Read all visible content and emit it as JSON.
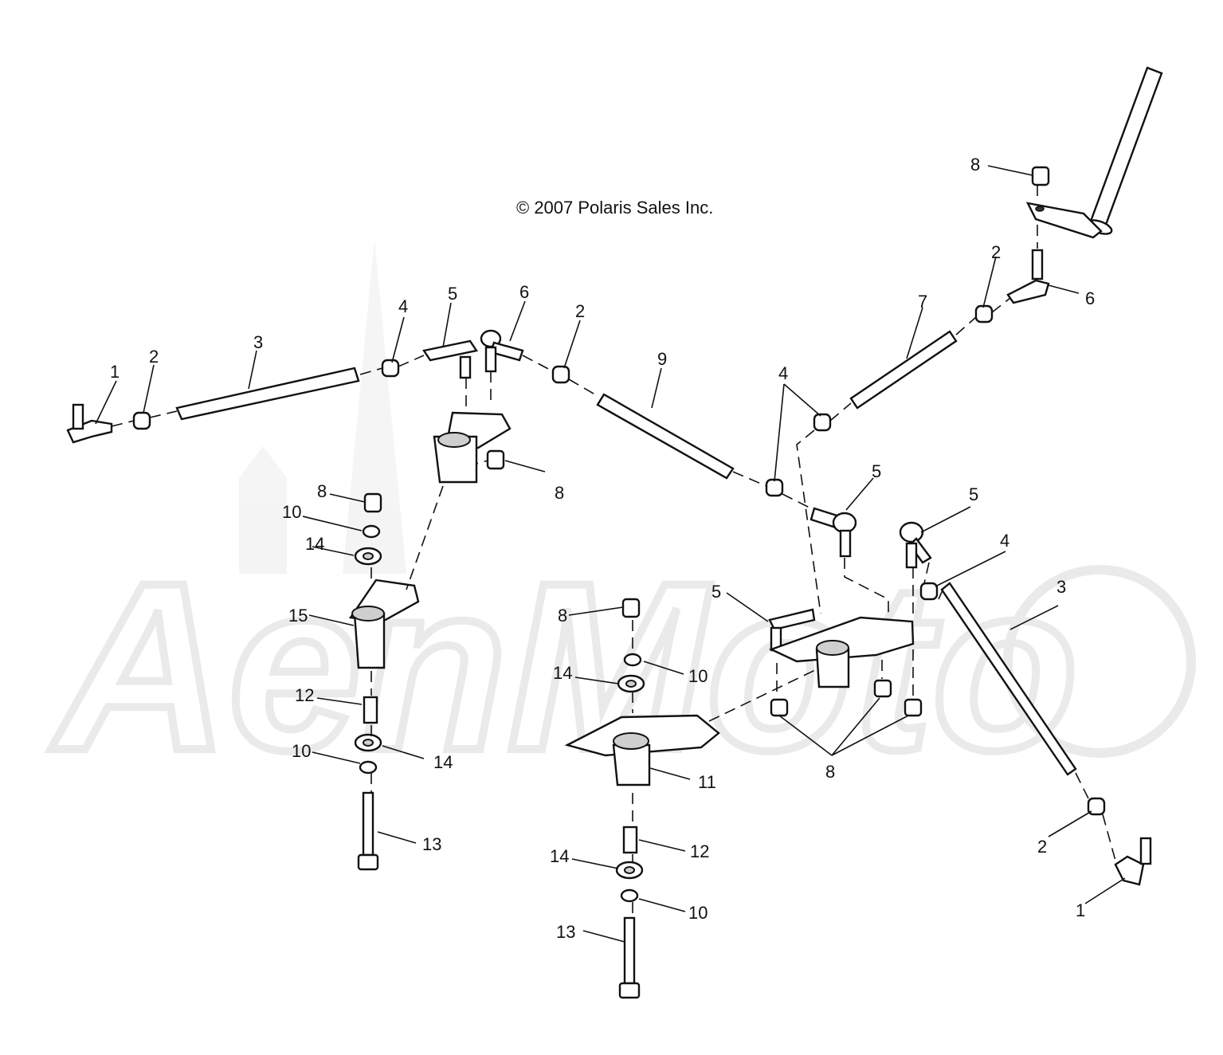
{
  "diagram": {
    "copyright": "© 2007 Polaris Sales Inc.",
    "watermark": "AenMoto",
    "callouts": [
      {
        "id": "c1a",
        "label": "1"
      },
      {
        "id": "c2a",
        "label": "2"
      },
      {
        "id": "c3a",
        "label": "3"
      },
      {
        "id": "c4a",
        "label": "4"
      },
      {
        "id": "c5a",
        "label": "5"
      },
      {
        "id": "c6a",
        "label": "6"
      },
      {
        "id": "c2b",
        "label": "2"
      },
      {
        "id": "c9",
        "label": "9"
      },
      {
        "id": "c4b",
        "label": "4"
      },
      {
        "id": "c7",
        "label": "7"
      },
      {
        "id": "c2c",
        "label": "2"
      },
      {
        "id": "c6b",
        "label": "6"
      },
      {
        "id": "c8a",
        "label": "8"
      },
      {
        "id": "c8b",
        "label": "8"
      },
      {
        "id": "c8c",
        "label": "8"
      },
      {
        "id": "c10a",
        "label": "10"
      },
      {
        "id": "c14a",
        "label": "14"
      },
      {
        "id": "c5b",
        "label": "5"
      },
      {
        "id": "c5c",
        "label": "5"
      },
      {
        "id": "c4c",
        "label": "4"
      },
      {
        "id": "c5d",
        "label": "5"
      },
      {
        "id": "c3b",
        "label": "3"
      },
      {
        "id": "c8d",
        "label": "8"
      },
      {
        "id": "c15",
        "label": "15"
      },
      {
        "id": "c14b",
        "label": "14"
      },
      {
        "id": "c10b",
        "label": "10"
      },
      {
        "id": "c12a",
        "label": "12"
      },
      {
        "id": "c10c",
        "label": "10"
      },
      {
        "id": "c14c",
        "label": "14"
      },
      {
        "id": "c11",
        "label": "11"
      },
      {
        "id": "c8e",
        "label": "8"
      },
      {
        "id": "c13a",
        "label": "13"
      },
      {
        "id": "c12b",
        "label": "12"
      },
      {
        "id": "c14d",
        "label": "14"
      },
      {
        "id": "c10d",
        "label": "10"
      },
      {
        "id": "c13b",
        "label": "13"
      },
      {
        "id": "c2d",
        "label": "2"
      },
      {
        "id": "c1b",
        "label": "1"
      }
    ]
  }
}
